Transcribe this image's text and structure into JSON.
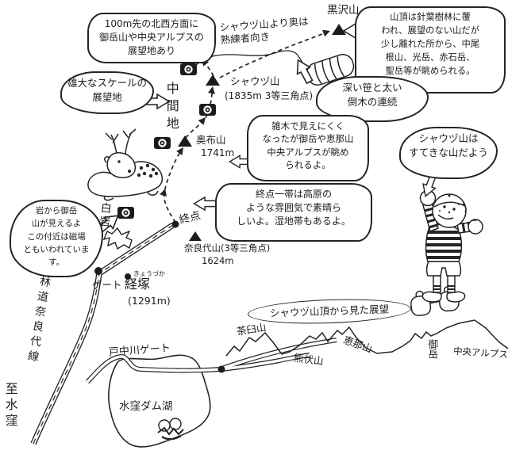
{
  "colors": {
    "ink": "#1d1d1d",
    "paper": "#ffffff"
  },
  "bubbles": {
    "viewpoint100m": "100m先の北西方面に\n御岳山や中央アルプスの\n展望地あり",
    "grandScale": "雄大なスケールの\n展望地",
    "expertOnly": "シャウヅ山より奥は\n熟練者向き",
    "summitView": "山頂は針葉樹林に覆\nわれ、展望のない山だが\n少し離れた所から、中尾\n根山、光岳、赤石岳、\n聖岳等が眺められる。",
    "deepSasa": "深い笹と太い\n倒木の連続",
    "zoukiView": "雑木で見えにくく\nなったが御岳や恵那山\n中央アルプスが眺め\nられるよ。",
    "endpointArea": "終点一帯は高原の\nような雰囲気で素晴ら\nしいよ。湿地帯もあるよ。",
    "iwaView": "岩から御岳\n山が見えるよ\nこの付近は磁場\nともいわれています。",
    "sutekiYama": "シャウヅ山は\nすてきな山だよう"
  },
  "labels": {
    "kurosawa": "黒沢山",
    "shauzu": "シャウヅ山",
    "shauzuElev": "(1835m 3等三角点)",
    "chukanchi": "中間地",
    "okubu": "奥布山",
    "okubuElev": "1741m",
    "shuten": "終点",
    "narashiro": "奈良代山(3等三角点)",
    "narashiroElev": "1624m",
    "shiraiwa": "白岩",
    "gate": "ゲート",
    "kyozukaFurigana": "きょうづか",
    "kyozuka": "経塚",
    "kyozukaElev": "(1291m)",
    "rindo": "林道奈良代線",
    "itaruMisakubo": "至水窪",
    "tochugawaGate": "戸中川ゲート",
    "damLake": "水窪ダム湖"
  },
  "panorama": {
    "title": "シャウヅ山頂から見た展望",
    "peaks": [
      "茶臼山",
      "熊伏山",
      "恵那山",
      "御岳",
      "中央アルプス"
    ]
  },
  "icons": {
    "camera": "viewpoint-camera-marker",
    "triangle": "summit-triangle-marker",
    "dot": "waypoint-dot-marker",
    "deer": "deer-drawing",
    "hiker": "cheering-hiker-drawing",
    "binoculars": "binoculars-drawing",
    "log": "fallen-log-drawing"
  }
}
